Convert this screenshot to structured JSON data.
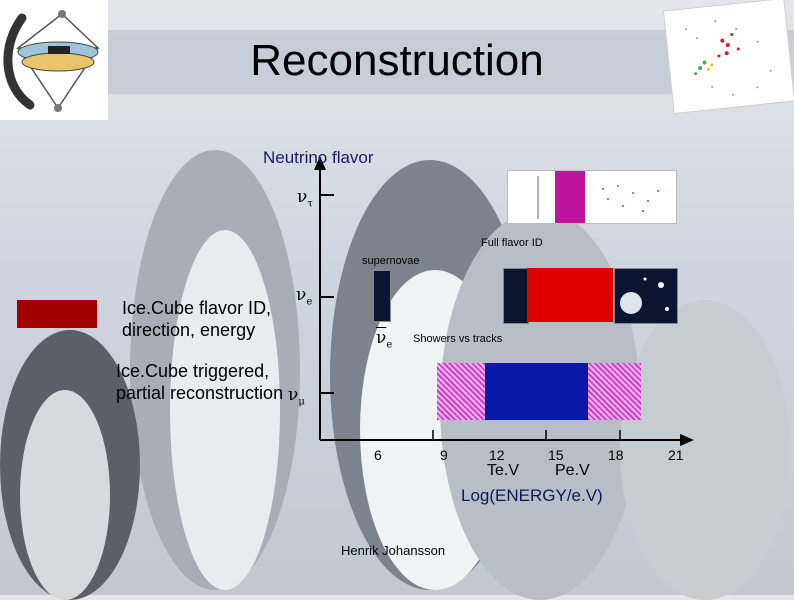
{
  "slide": {
    "title": "Reconstruction",
    "footer": "Henrik Johansson"
  },
  "diagram": {
    "y_axis_label": "Neutrino flavor",
    "flavors": {
      "nu": "ν",
      "tau": "τ",
      "e": "e",
      "mu": "μ"
    },
    "x_axis_label": "Log(ENERGY/e.V)",
    "x_ticks": [
      "6",
      "9",
      "12",
      "15",
      "18",
      "21"
    ],
    "unit_labels": [
      "Te.V",
      "Pe.V"
    ],
    "annotations": {
      "full_flavor_id": "Full flavor ID",
      "supernovae": "supernovae",
      "showers_vs_tracks": "Showers vs tracks",
      "anti_nu_e_sub": "e"
    },
    "legend": {
      "flavor_id_line1": "Ice.Cube flavor ID,",
      "flavor_id_line2": "direction, energy",
      "triggered_line1": "Ice.Cube triggered,",
      "triggered_line2": "partial reconstruction"
    }
  },
  "colors": {
    "red_region": "#e00000",
    "blue_region": "#0a1aa8",
    "magenta_hatch": "#d040c8",
    "legend_swatch": "#a30000"
  },
  "icons": {
    "logo": "icecube-logo-icon",
    "detector": "event-display-image",
    "thumbnails": "cosmic-image-thumbnail"
  }
}
